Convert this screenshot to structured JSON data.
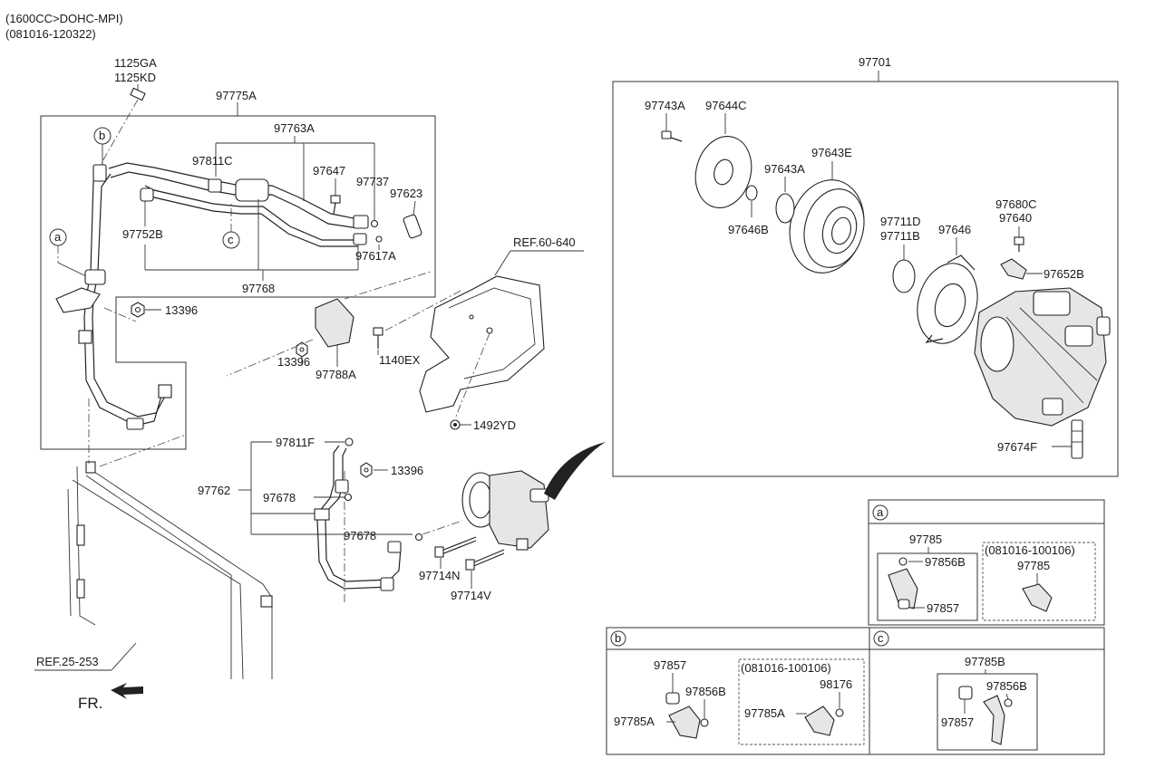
{
  "header": {
    "engine": "(1600CC>DOHC-MPI)",
    "period": "(081016-120322)"
  },
  "labels": {
    "p1125GA": "1125GA",
    "p1125KD": "1125KD",
    "p97775A": "97775A",
    "p97763A": "97763A",
    "p97811C": "97811C",
    "p97647": "97647",
    "p97737": "97737",
    "p97623": "97623",
    "p97752B": "97752B",
    "p97617A": "97617A",
    "p97768": "97768",
    "p13396a": "13396",
    "p13396b": "13396",
    "p13396c": "13396",
    "p97788A": "97788A",
    "p1140EX": "1140EX",
    "ref60640": "REF.60-640",
    "p1492YD": "1492YD",
    "p97811F": "97811F",
    "p97762": "97762",
    "p97678a": "97678",
    "p97678b": "97678",
    "p97714N": "97714N",
    "p97714V": "97714V",
    "ref25253": "REF.25-253",
    "fr": "FR.",
    "p97701": "97701",
    "p97743A": "97743A",
    "p97644C": "97644C",
    "p97643E": "97643E",
    "p97643A": "97643A",
    "p97646B": "97646B",
    "p97711D": "97711D",
    "p97711B": "97711B",
    "p97646": "97646",
    "p97680C": "97680C",
    "p97640": "97640",
    "p97652B": "97652B",
    "p97674F": "97674F"
  },
  "callouts": {
    "a": "a",
    "b": "b",
    "c": "c"
  },
  "detail_a": {
    "tag": "a",
    "p97785": "97785",
    "p97856B": "97856B",
    "p97857": "97857",
    "date_range": "(081016-100106)",
    "p97785_alt": "97785"
  },
  "detail_b": {
    "tag": "b",
    "p97857": "97857",
    "p97856B": "97856B",
    "p97785A": "97785A",
    "date_range": "(081016-100106)",
    "p98176": "98176",
    "p97785A_alt": "97785A"
  },
  "detail_c": {
    "tag": "c",
    "p97785B": "97785B",
    "p97856B": "97856B",
    "p97857": "97857"
  }
}
